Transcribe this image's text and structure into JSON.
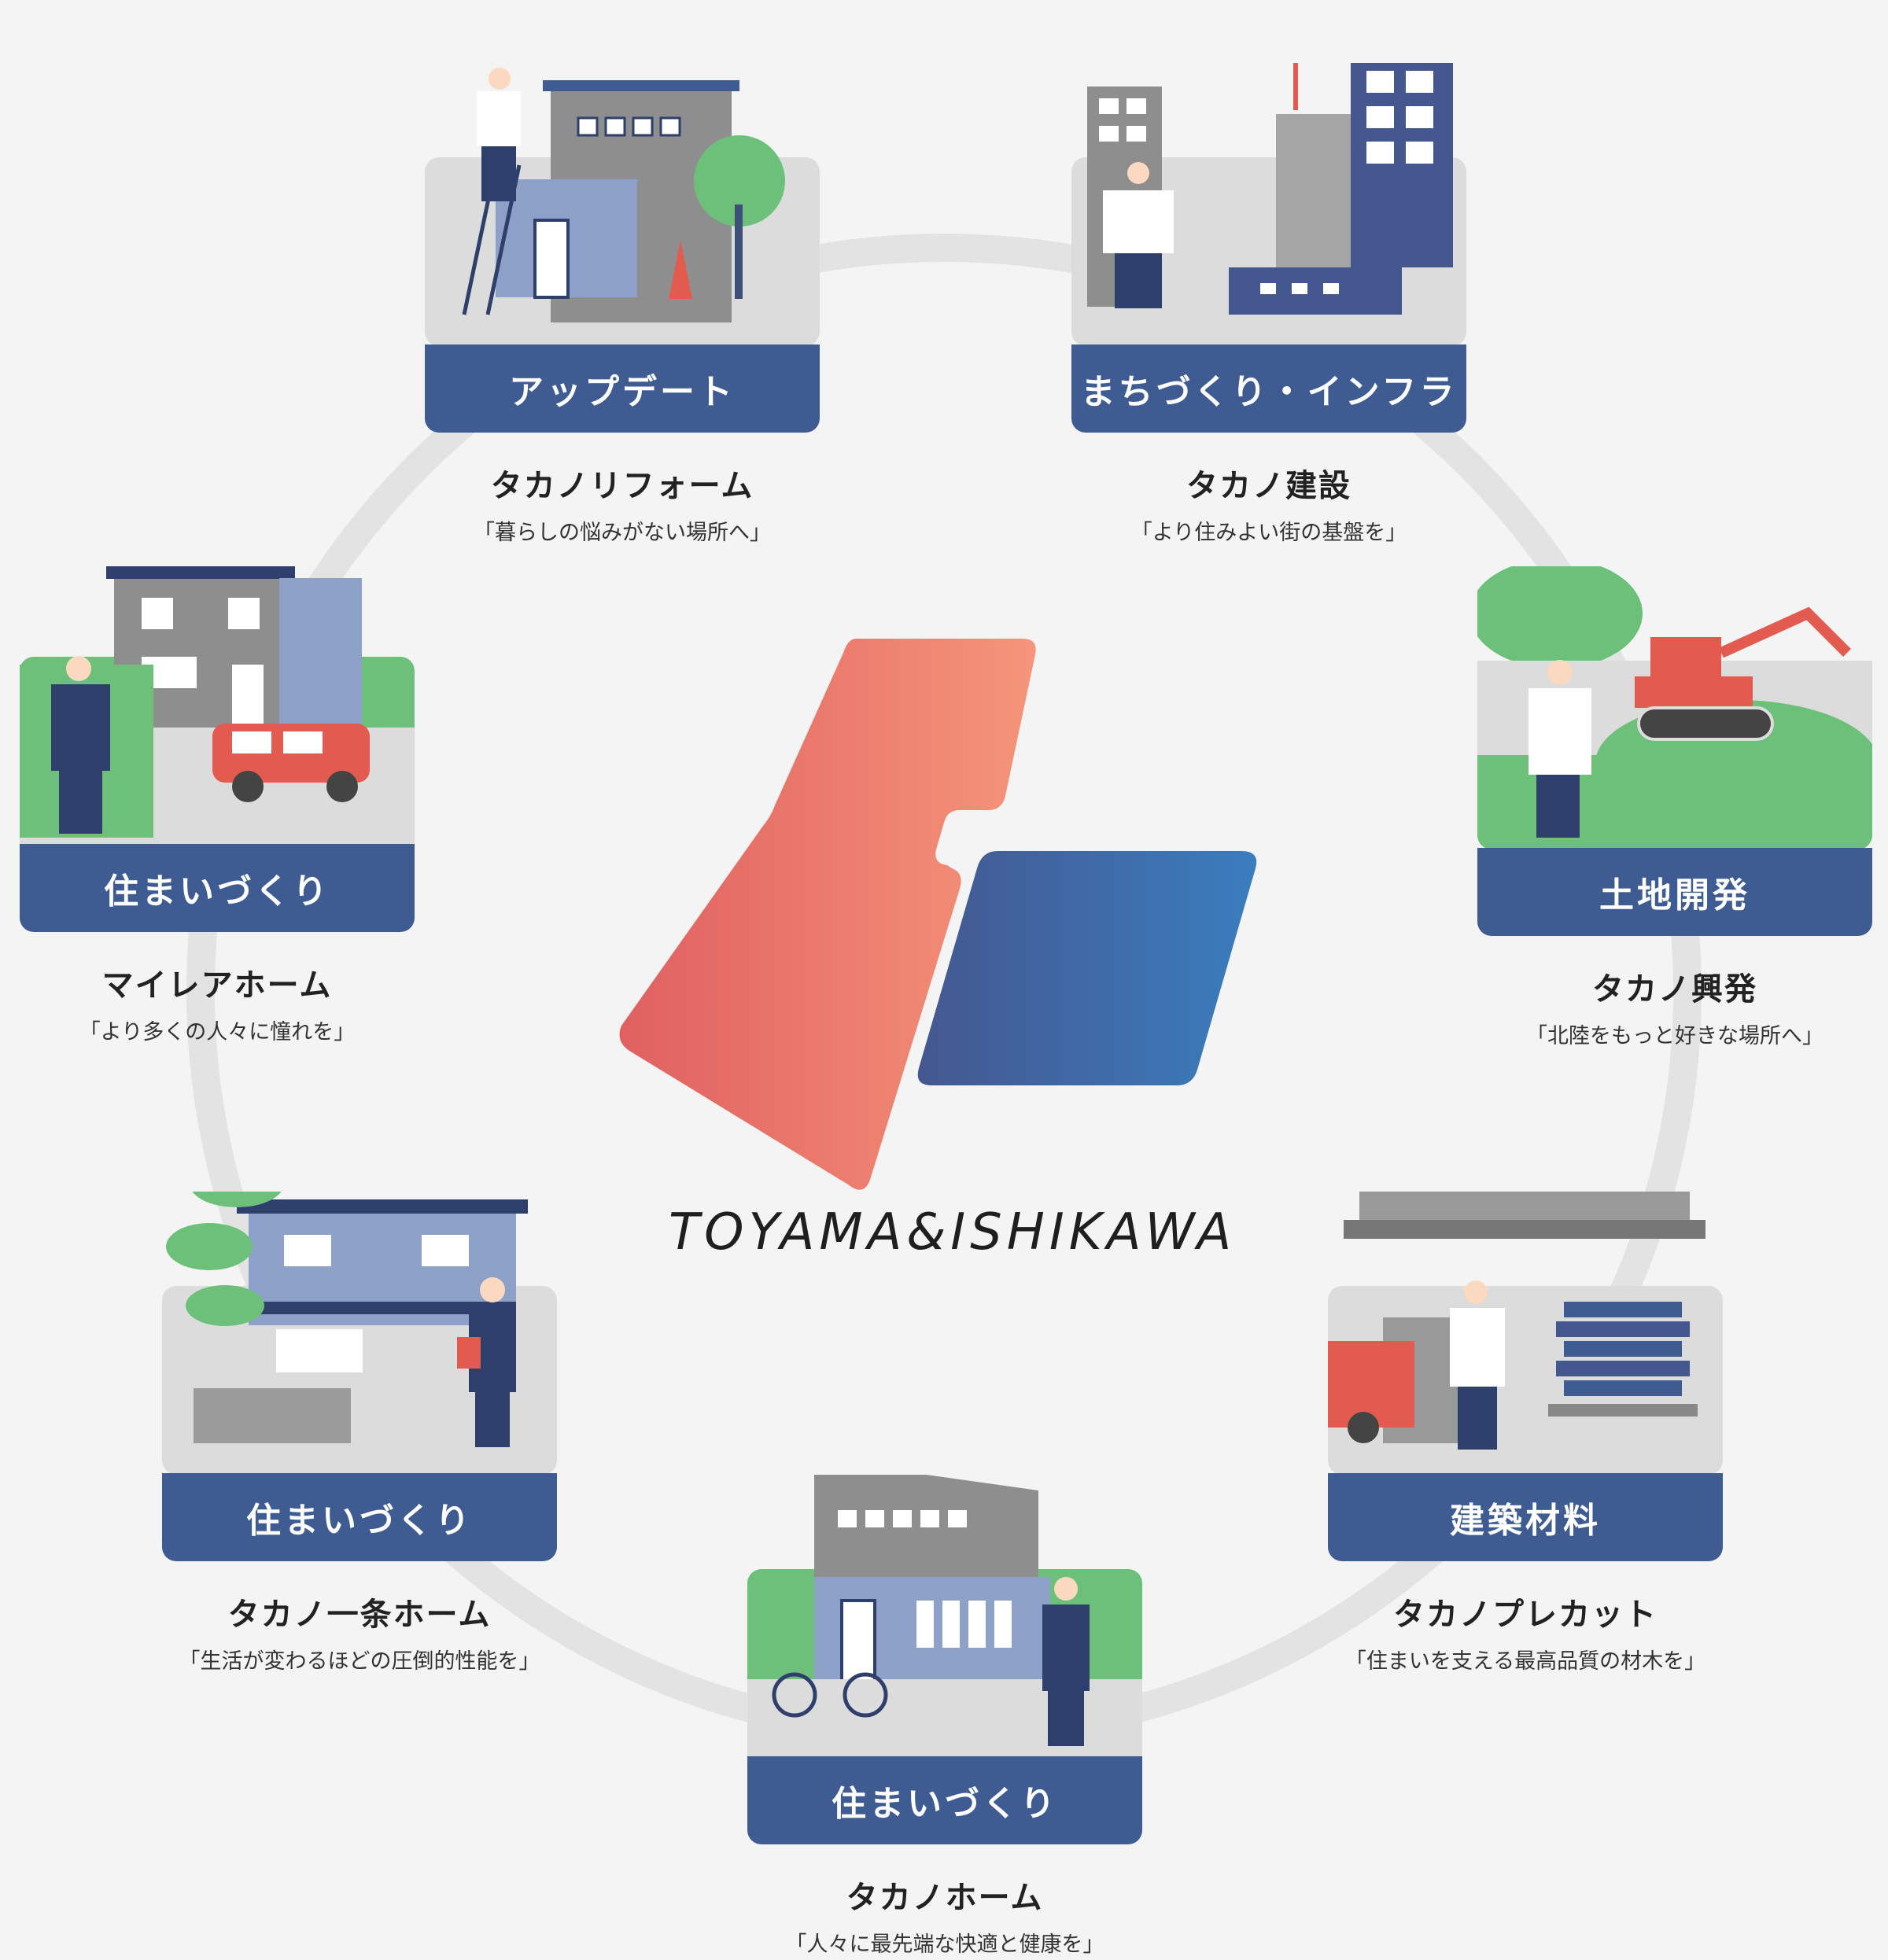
{
  "center": {
    "brand_text": "TOYAMA&ISHIKAWA",
    "logo_colors": {
      "red_start": "#e06060",
      "red_end": "#f5957a",
      "blue_start": "#44578f",
      "blue_end": "#3a7dbe"
    }
  },
  "colors": {
    "banner": "#3e5c91",
    "ring": "#e3e3e3",
    "green": "#6dc07a",
    "navy": "#2f3f6b"
  },
  "cards": [
    {
      "category": "アップデート",
      "company": "タカノリフォーム",
      "slogan": "「暮らしの悩みがない場所へ」",
      "icon": "renovation-scene"
    },
    {
      "category": "まちづくり・インフラ",
      "company": "タカノ建設",
      "slogan": "「より住みよい街の基盤を」",
      "icon": "construction-scene"
    },
    {
      "category": "土地開発",
      "company": "タカノ興発",
      "slogan": "「北陸をもっと好きな場所へ」",
      "icon": "excavator-scene"
    },
    {
      "category": "建築材料",
      "company": "タカノプレカット",
      "slogan": "「住まいを支える最高品質の材木を」",
      "icon": "lumber-scene"
    },
    {
      "category": "住まいづくり",
      "company": "タカノホーム",
      "slogan": "「人々に最先端な快適と健康を」",
      "icon": "house-bicycle-scene"
    },
    {
      "category": "住まいづくり",
      "company": "タカノ一条ホーム",
      "slogan": "「生活が変わるほどの圧倒的性能を」",
      "icon": "japanese-house-scene"
    },
    {
      "category": "住まいづくり",
      "company": "マイレアホーム",
      "slogan": "「より多くの人々に憧れを」",
      "icon": "house-car-scene"
    }
  ]
}
